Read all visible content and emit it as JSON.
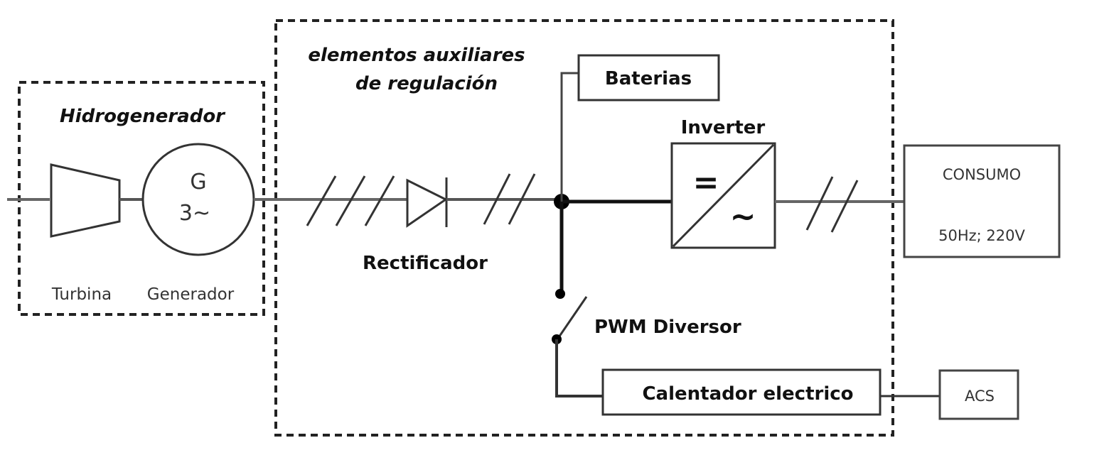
{
  "groups": {
    "hidrogenerador": {
      "title": "Hidrogenerador"
    },
    "auxiliares": {
      "title_line1": "elementos auxiliares",
      "title_line2": "de regulación"
    }
  },
  "components": {
    "turbina": {
      "label": "Turbina"
    },
    "generador": {
      "label": "Generador",
      "symbol_line1": "G",
      "symbol_line2": "3~"
    },
    "rectificador": {
      "label": "Rectificador"
    },
    "baterias": {
      "label": "Baterias"
    },
    "inverter": {
      "label": "Inverter",
      "dc_symbol": "=",
      "ac_symbol": "~"
    },
    "pwm_diversor": {
      "label": "PWM Diversor"
    },
    "calentador": {
      "label": "Calentador  electrico"
    },
    "consumo": {
      "label": "CONSUMO",
      "spec": "50Hz; 220V"
    },
    "acs": {
      "label": "ACS"
    }
  },
  "phase_marks": {
    "generator_output": 3,
    "rectifier_output": 2,
    "inverter_output": 2
  },
  "colors": {
    "line": "#555555",
    "bus": "#111111",
    "text": "#111111"
  }
}
